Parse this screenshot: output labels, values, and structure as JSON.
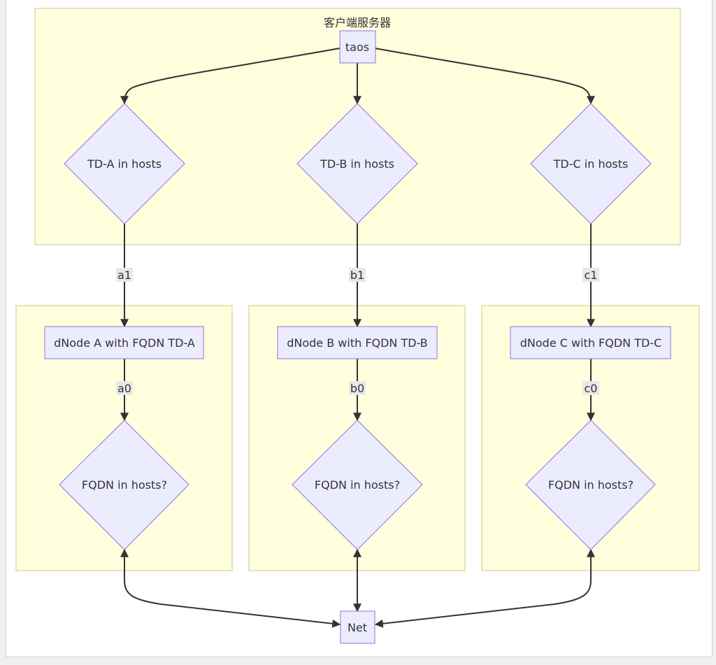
{
  "client_cluster": {
    "title": "客户端服务器"
  },
  "nodes": {
    "taos": "taos",
    "td_a": "TD-A in hosts",
    "td_b": "TD-B in hosts",
    "td_c": "TD-C in hosts",
    "dnode_a": "dNode A with FQDN TD-A",
    "dnode_b": "dNode B with FQDN TD-B",
    "dnode_c": "dNode C with FQDN TD-C",
    "fqdn_a": "FQDN in hosts?",
    "fqdn_b": "FQDN in hosts?",
    "fqdn_c": "FQDN in hosts?",
    "net": "Net"
  },
  "edge_labels": {
    "a1": "a1",
    "b1": "b1",
    "c1": "c1",
    "a0": "a0",
    "b0": "b0",
    "c0": "c0"
  },
  "colors": {
    "cluster_fill": "#ffffde",
    "cluster_stroke": "#c9c98a",
    "node_fill": "#ececff",
    "node_stroke": "#9370db",
    "edge": "#333333"
  }
}
